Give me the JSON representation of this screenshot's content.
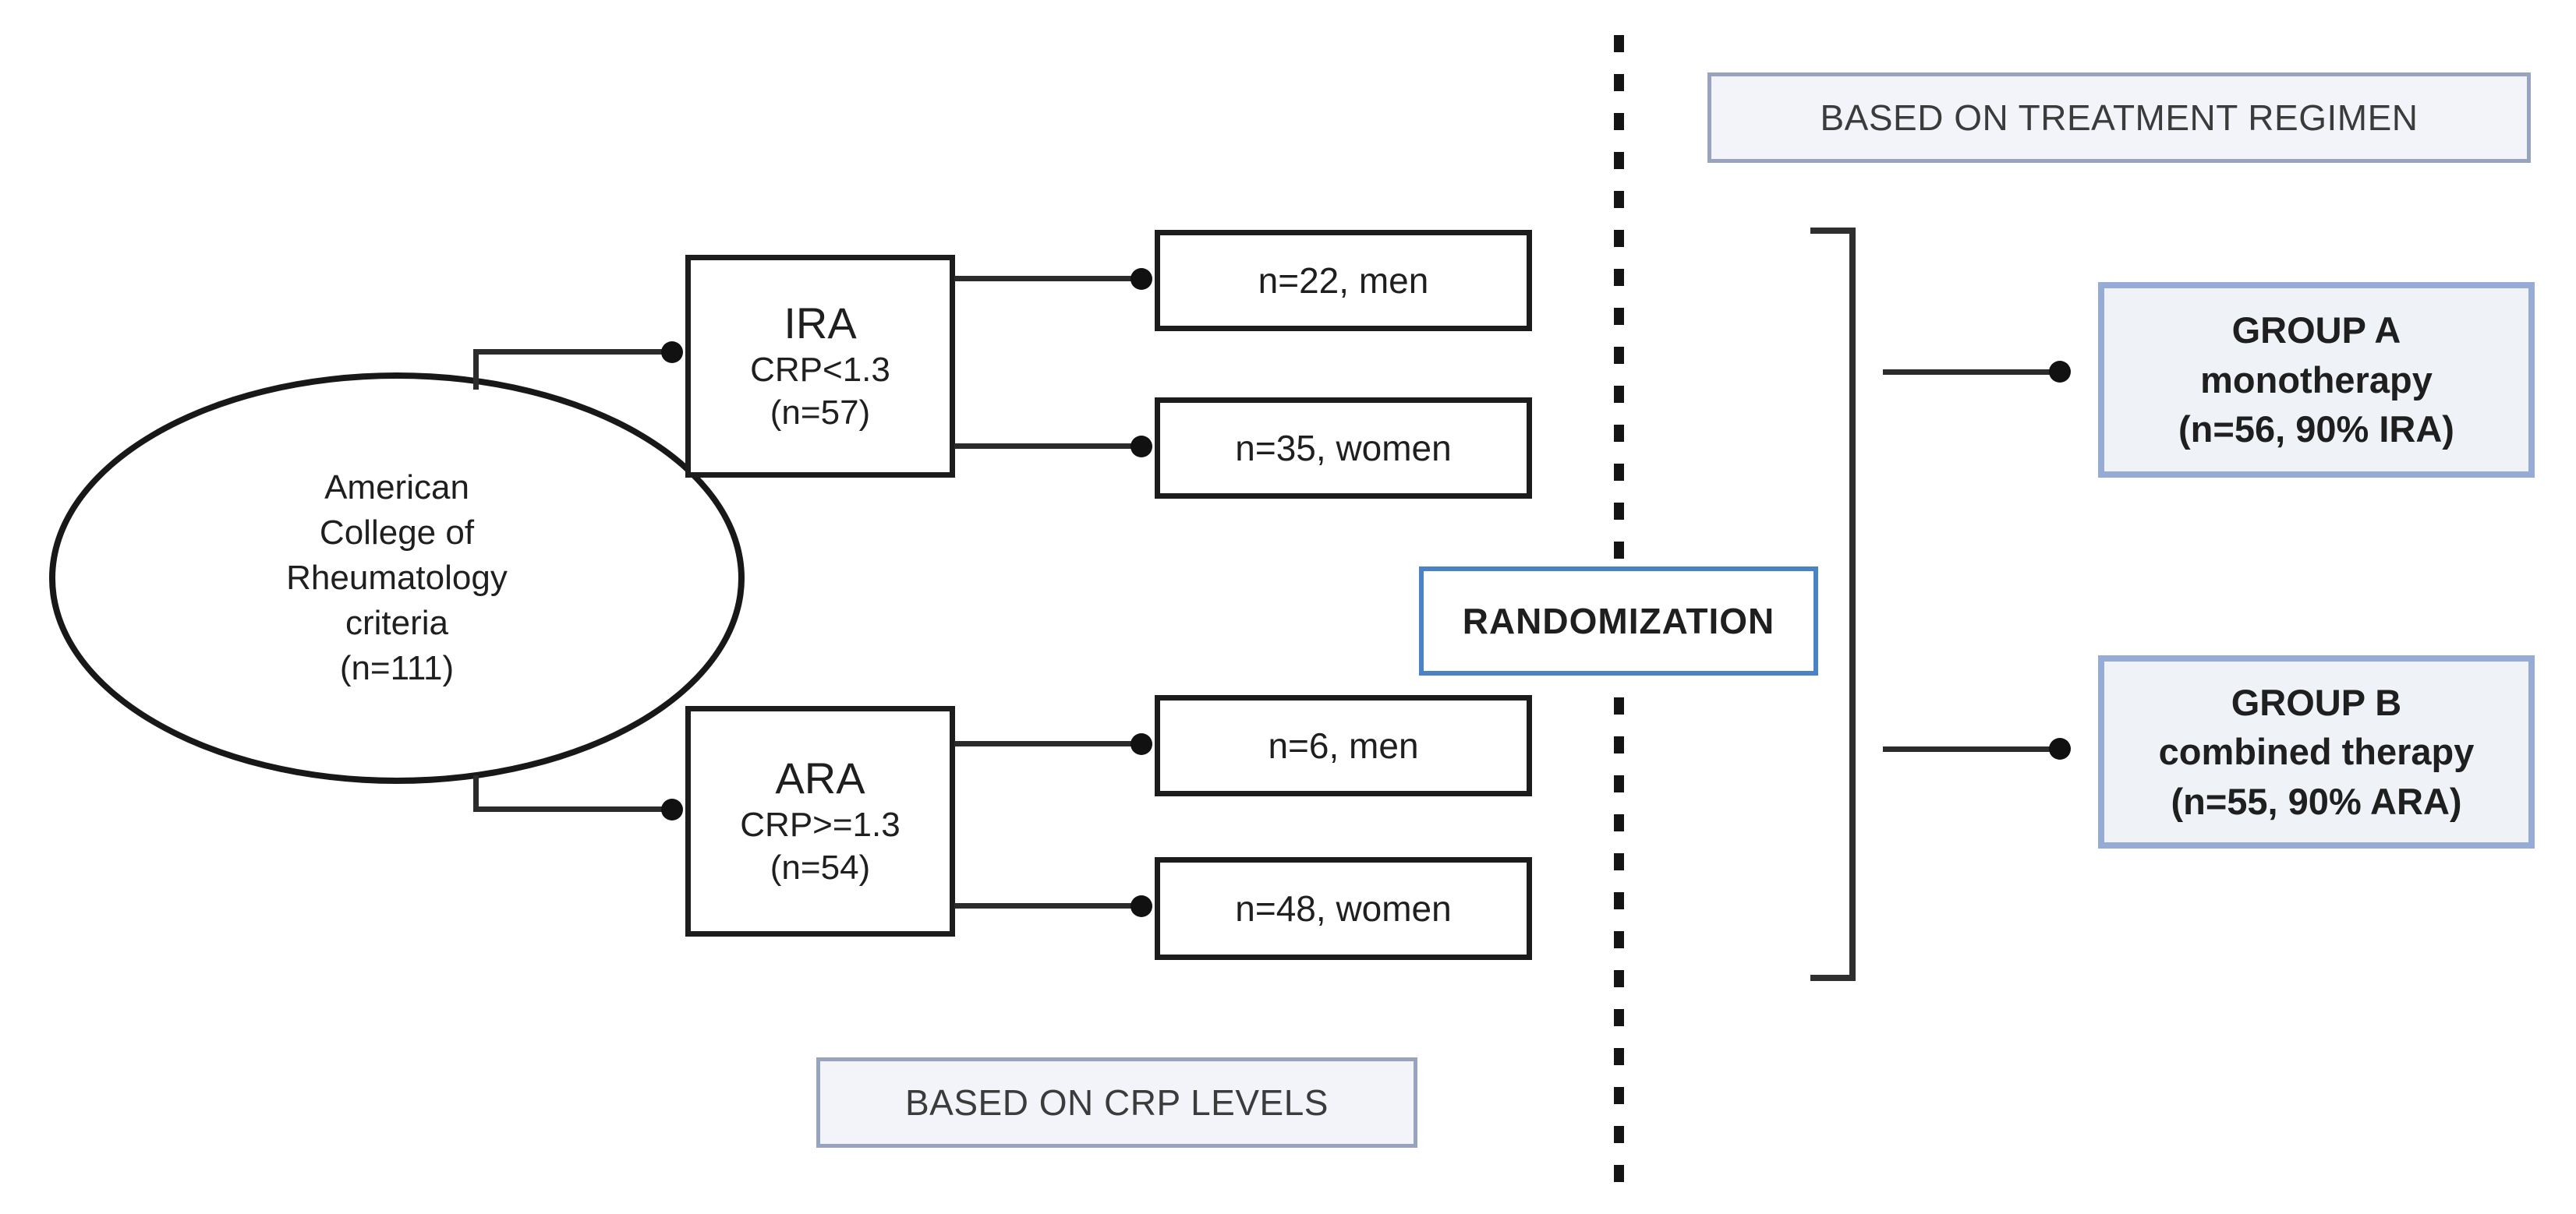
{
  "figure": {
    "source": {
      "lines": [
        "American",
        "College of",
        "Rheumatology",
        "criteria",
        "(n=111)"
      ]
    },
    "strata": {
      "ira": {
        "title": "IRA",
        "criteria": "CRP<1.3",
        "n": "(n=57)"
      },
      "ara": {
        "title": "ARA",
        "criteria": "CRP>=1.3",
        "n": "(n=54)"
      }
    },
    "subgroups": {
      "ira_men": "n=22, men",
      "ira_women": "n=35, women",
      "ara_men": "n=6, men",
      "ara_women": "n=48, women"
    },
    "randomization": {
      "label": "RANDOMIZATION"
    },
    "headers": {
      "treatment": "BASED ON TREATMENT REGIMEN",
      "crp": "BASED ON CRP LEVELS"
    },
    "groups": {
      "a": {
        "lines": [
          "GROUP A",
          "monotherapy",
          "(n=56, 90% IRA)"
        ]
      },
      "b": {
        "lines": [
          "GROUP B",
          "combined therapy",
          "(n=55, 90% ARA)"
        ]
      }
    }
  },
  "colors": {
    "ink": "#1f1f1f",
    "box-border": "#1c1c1c",
    "line": "#2b2b2b",
    "rand-border": "#4a82c6",
    "group-border": "#96abd6",
    "group-bg": "#eff3f8",
    "header-border": "#97a3bf",
    "header-bg": "#f2f4f9",
    "header-text": "#3b3b3b",
    "canvas-bg": "#ffffff"
  }
}
